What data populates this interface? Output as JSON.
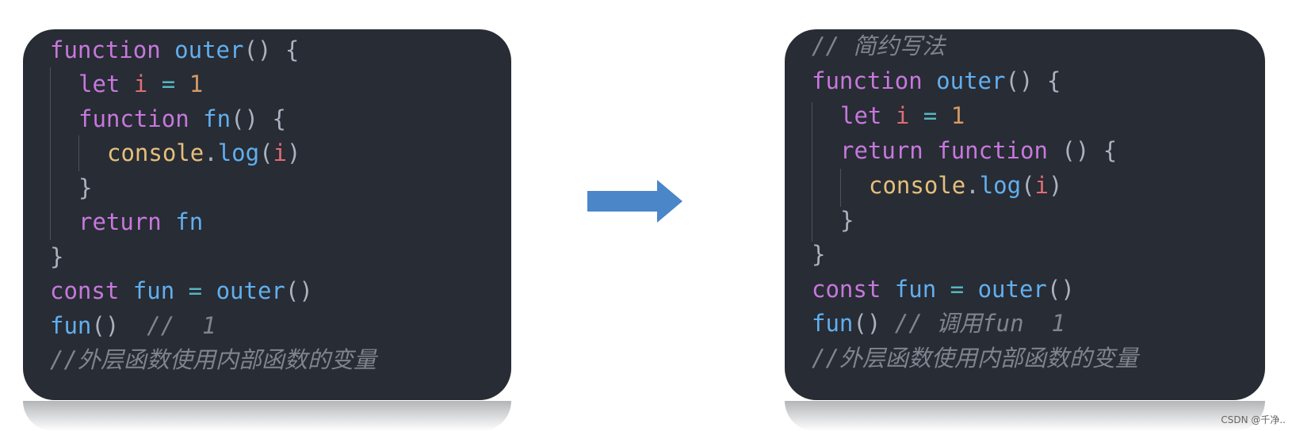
{
  "left": {
    "l1": [
      "function",
      "outer",
      "()",
      "{"
    ],
    "l2": [
      "let",
      "i",
      "=",
      "1"
    ],
    "l3": [
      "function",
      "fn",
      "()",
      "{"
    ],
    "l4": [
      "console",
      ".",
      "log",
      "(",
      "i",
      ")"
    ],
    "l5": "}",
    "l6": [
      "return",
      "fn"
    ],
    "l7": "}",
    "l8": [
      "const",
      "fun",
      "=",
      "outer",
      "()"
    ],
    "l9": [
      "fun",
      "()",
      "//  1"
    ],
    "l10": "//外层函数使用内部函数的变量"
  },
  "right": {
    "l0": "// 简约写法",
    "l1": [
      "function",
      "outer",
      "()",
      "{"
    ],
    "l2": [
      "let",
      "i",
      "=",
      "1"
    ],
    "l3": [
      "return",
      "function",
      "()",
      "{"
    ],
    "l4": [
      "console",
      ".",
      "log",
      "(",
      "i",
      ")"
    ],
    "l5": "}",
    "l6": "}",
    "l7": [
      "const",
      "fun",
      "=",
      "outer",
      "()"
    ],
    "l8": [
      "fun",
      "()",
      "// 调用fun  1"
    ],
    "l9": "//外层函数使用内部函数的变量"
  },
  "watermark": "CSDN @千净..",
  "colors": {
    "background": "#282c34",
    "keyword": "#c678dd",
    "function": "#61afef",
    "variable": "#e06c75",
    "number": "#d19a66",
    "operator": "#56b6c2",
    "object": "#e5c07b",
    "comment": "#7f848e",
    "arrow": "#4a86c8"
  },
  "icons": {
    "arrow": "right-arrow-icon"
  }
}
